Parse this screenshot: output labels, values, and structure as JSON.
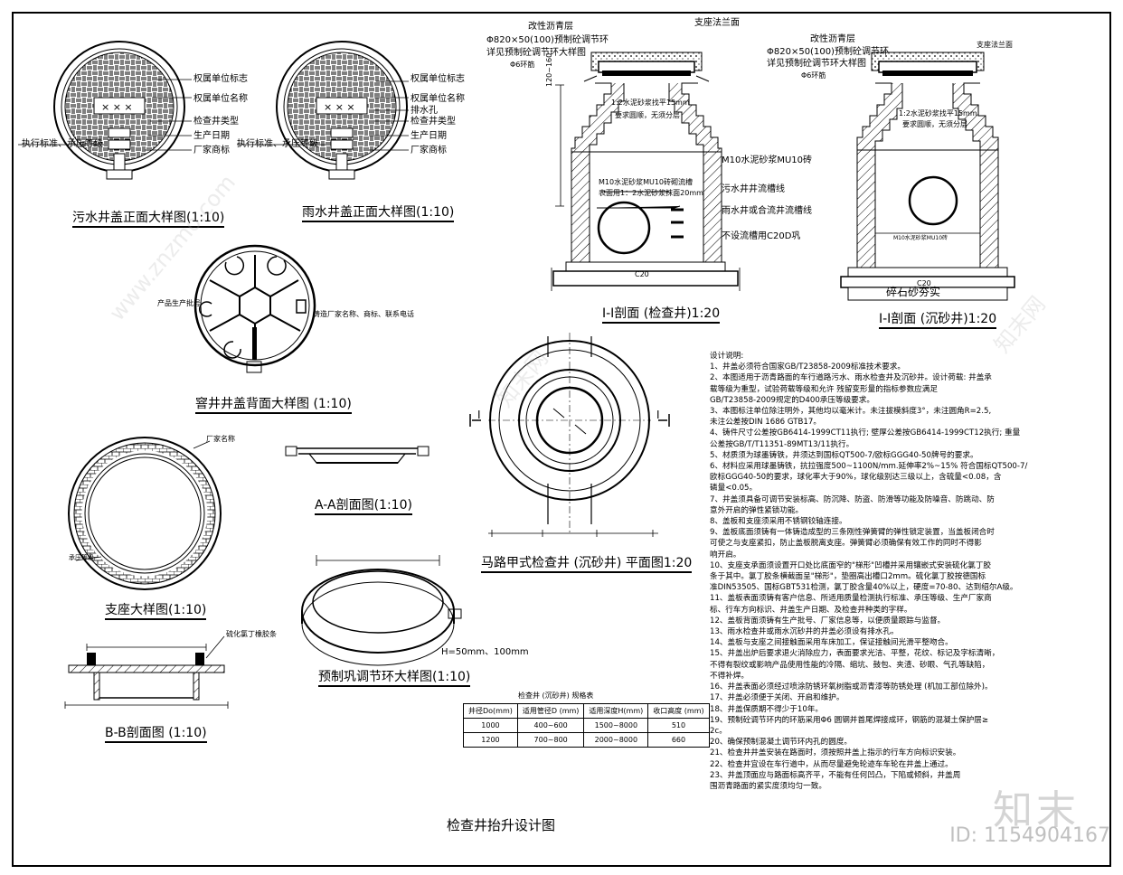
{
  "sheet_title": "检查井抬升设计图",
  "views": {
    "sewage_cover": {
      "title": "污水井盖正面大样图(1:10)",
      "labels": [
        "权属单位标志",
        "权属单位名称",
        "检查井类型",
        "生产日期",
        "执行标准、承压等级",
        "厂家商标"
      ]
    },
    "rain_cover": {
      "title": "雨水井盖正面大样图(1:10)",
      "labels": [
        "权属单位标志",
        "权属单位名称",
        "排水孔",
        "检查井类型",
        "生产日期",
        "执行标准、承压等级",
        "厂家商标"
      ]
    },
    "cover_back": {
      "title": "窨井井盖背面大样图 (1:10)",
      "labels": [
        "产品生产批号",
        "铸造厂家名称、商标、联系电话"
      ]
    },
    "seat": {
      "title": "支座大样图(1:10)",
      "labels": [
        "厂家名称",
        "承压等级"
      ]
    },
    "section_aa": {
      "title": "A-A剖面图(1:10)"
    },
    "section_bb": {
      "title": "B-B剖面图 (1:10)",
      "labels": [
        "硫化氯丁橡胶条"
      ]
    },
    "precast_ring": {
      "title": "预制巩调节环大样图(1:10)",
      "note": "H=50mm、100mm"
    },
    "plan": {
      "title": "马路甲式检查井 (沉砂井) 平面图1:20",
      "marks": [
        "I",
        "I"
      ]
    },
    "section_inspection": {
      "title": "I-I剖面 (检查井)1:20",
      "labels": [
        "改性沥青层",
        "支座法兰面",
        "Φ820×50(100)预制砼调节环",
        "详见预制砼调节环大样图",
        "Φ6环筋",
        "1:2水泥砂浆找平15mm",
        "要求圆顺，无须分层",
        "M10水泥砂浆MU10砖",
        "M10水泥砂浆MU10砖砌流槽",
        "表面用1：2水泥砂浆抹面20mm",
        "污水井井流槽线",
        "雨水井或合流井流槽线",
        "不设流槽用C20D巩",
        "C20",
        "120~160"
      ]
    },
    "section_sand": {
      "title": "I-I剖面 (沉砂井)1:20",
      "labels": [
        "改性沥青层",
        "支座法兰面",
        "Φ820×50(100)预制砼调节环",
        "详见预制砼调节环大样图",
        "Φ6环筋",
        "1:2水泥砂浆找平15mm",
        "要求圆顺，无须分层",
        "M10水泥砂浆MU10砖",
        "C20",
        "碎石砂夯实"
      ]
    }
  },
  "spec_table": {
    "caption": "检查井 (沉砂井) 规格表",
    "headers": [
      "井径Do(mm)",
      "适用管径D (mm)",
      "适用深度H(mm)",
      "收口高度 (mm)"
    ],
    "rows": [
      [
        "1000",
        "400~600",
        "1500~8000",
        "510"
      ],
      [
        "1200",
        "700~800",
        "2000~8000",
        "660"
      ]
    ]
  },
  "design_notes": {
    "heading": "设计说明:",
    "lines": [
      "1、井盖必须符合国家GB/T23858-2009标准技术要求。",
      "2、本图适用于沥青路面的车行道路污水、雨水检查井及沉砂井。设计荷载: 井盖承",
      "   载等级为重型，试验荷载等级和允许 残留变形量的指标参数应满足",
      "   GB/T23858-2009规定的D400承压等级要求。",
      "3、本图标注单位除注明外，其他均以毫米计。未注拔模斜度3°，未注圆角R=2.5,",
      "   未注公差按DIN 1686 GTB17。",
      "4、铸件尺寸公差按GB6414-1999CT11执行; 壁厚公差按GB6414-1999CT12执行; 重量",
      "   公差按GB/T/T11351-89MT13/11执行。",
      "5、材质须为球墨铸铁，井须达到国标QT500-7/欧标GGG40-50牌号的要求。",
      "6、材料应采用球墨铸铁，抗拉强度500~1100N/mm.延伸率2%~15% 符合国标QT500-7/",
      "   欧标GGG40-50的要求，球化率大于90%，球化级别达三级以上，含硫量<0.08，含",
      "   磷量<0.05。",
      "7、井盖须具备可调节安装标高、防沉降、防盗、防滑等功能及防噪音、防跳动、防",
      "   意外开启的弹性紧锁功能。",
      "8、盖板和支座须采用不锈钢铰轴连接。",
      "9、盖板底面须铸有一体铸造成型的三条刚性弹簧臂的弹性锁定装置，当盖板闭合时",
      "   可使之与支座紧扣，防止盖板脱离支座。弹簧臂必须确保有效工作的同时不得影",
      "   响开启。",
      "10、支座支承面须设置开口处比底面窄的\"梯形\"凹槽并采用镶嵌式安装硫化氯丁胶",
      "   条于其中。氯丁胶条横截面呈\"梯形\"，垫圈高出槽口2mm。硫化氯丁胶按德国标",
      "   准DIN53505、国标GBT531检测，氯丁胶含量40%以上，硬度=70-80、达到绍尔A级。",
      "11、盖板表面须铸有客户信息、所适用质量检测执行标准、承压等级、生产厂家商",
      "   标、行车方向标识、井盖生产日期、及检查井种类的字样。",
      "12、盖板背面须铸有生产批号、厂家信息等，以便质量跟踪与监督。",
      "13、雨水检查井或雨水沉砂井的井盖必须设有排水孔。",
      "14、盖板与支座之间接触面采用车床加工，保证接触间光滑平整吻合。",
      "15、井盖出炉后要求退火消除应力，表面要求光洁、平整，花纹、标记及字标清晰，",
      "   不得有裂纹或影响产品使用性能的冷隔、缩坑、鼓包、夹渣、砂眼、气孔等缺陷，",
      "   不得补焊。",
      "16、井盖表面必须经过喷涂防锈环氧树脂或沥青漆等防锈处理 (机加工部位除外)。",
      "17、井盖必须便于关闭、开启和维护。",
      "18、井盖保质期不得少于10年。",
      "19、预制砼调节环内的环筋采用Φ6 圆钢并首尾焊接成环，钢筋的混凝土保护层≥",
      "   2c。",
      "20、确保预制混凝土调节环内孔的圆度。",
      "21、检查井井盖安装在路面时，须按照井盖上指示的行车方向标识安装。",
      "22、检查井宜设在车行道中，从而尽量避免轮迹车车轮在井盖上通过。",
      "23、井盖顶面应与路面标高齐平，不能有任何凹凸，下陷或倾斜，井盖周",
      "   围沥青路面的紧实度须均匀一致。"
    ]
  },
  "watermarks": [
    "www.znzmo.com",
    "知末网",
    "知末网"
  ],
  "brand": "知末",
  "image_id": "ID: 1154904167"
}
